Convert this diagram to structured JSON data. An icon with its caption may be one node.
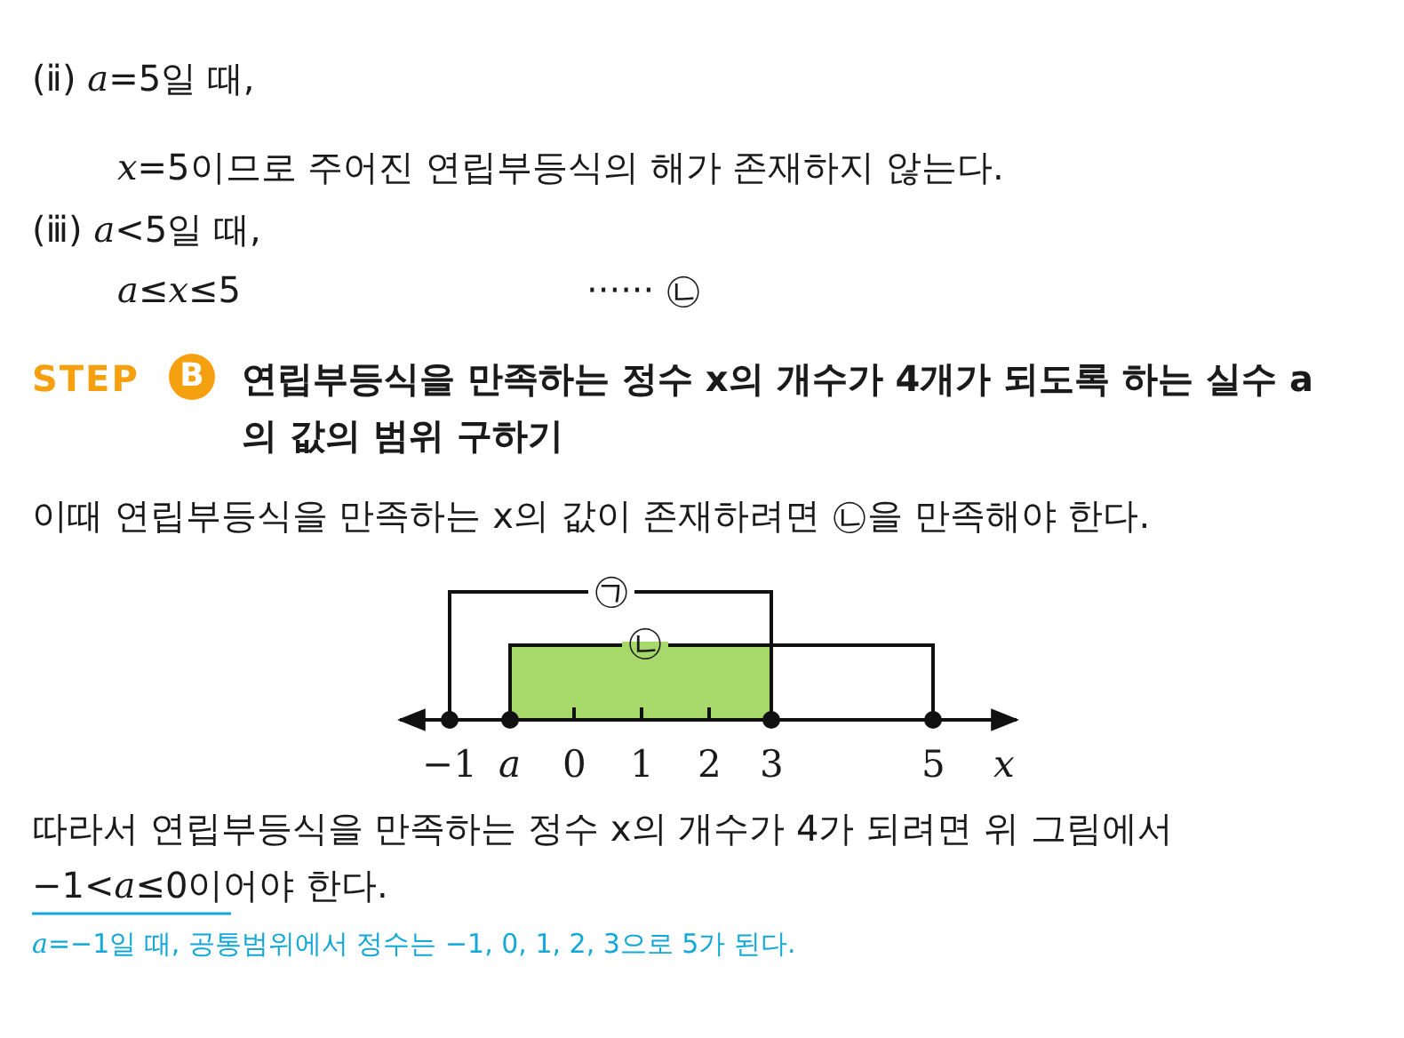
{
  "diagram": {
    "labels": [
      "(ⅱ) *a*=5일 때,",
      "*x*=5이므로 주어진 연립부등식의 해가 존재하지 않는다.",
      "(ⅲ) *a*<5일 때,",
      "*a*≤*x*≤5",
      "······ ㉡",
      "STEP",
      "B",
      "연립부등식을 만족하는 정수 x의 개수가 4개가 되도록 하는 실수 a의 값의 범위 구하기",
      "이때 연립부등식을 만족하는 x의 값이 존재하려면 ㉡을 만족해야 한다.",
      "㉠",
      "㉡",
      "−1",
      "a",
      "0",
      "1",
      "2",
      "3",
      "5",
      "x",
      "따라서 연립부등식을 만족하는 정수 x의 개수가 4가 되려면 위 그림에서 −1<*a*≤0이어야 한다.",
      "*a*=−1일 때, 공통범위에서 정수는 −1, 0, 1, 2, 3으로 5가 된다."
    ]
  }
}
